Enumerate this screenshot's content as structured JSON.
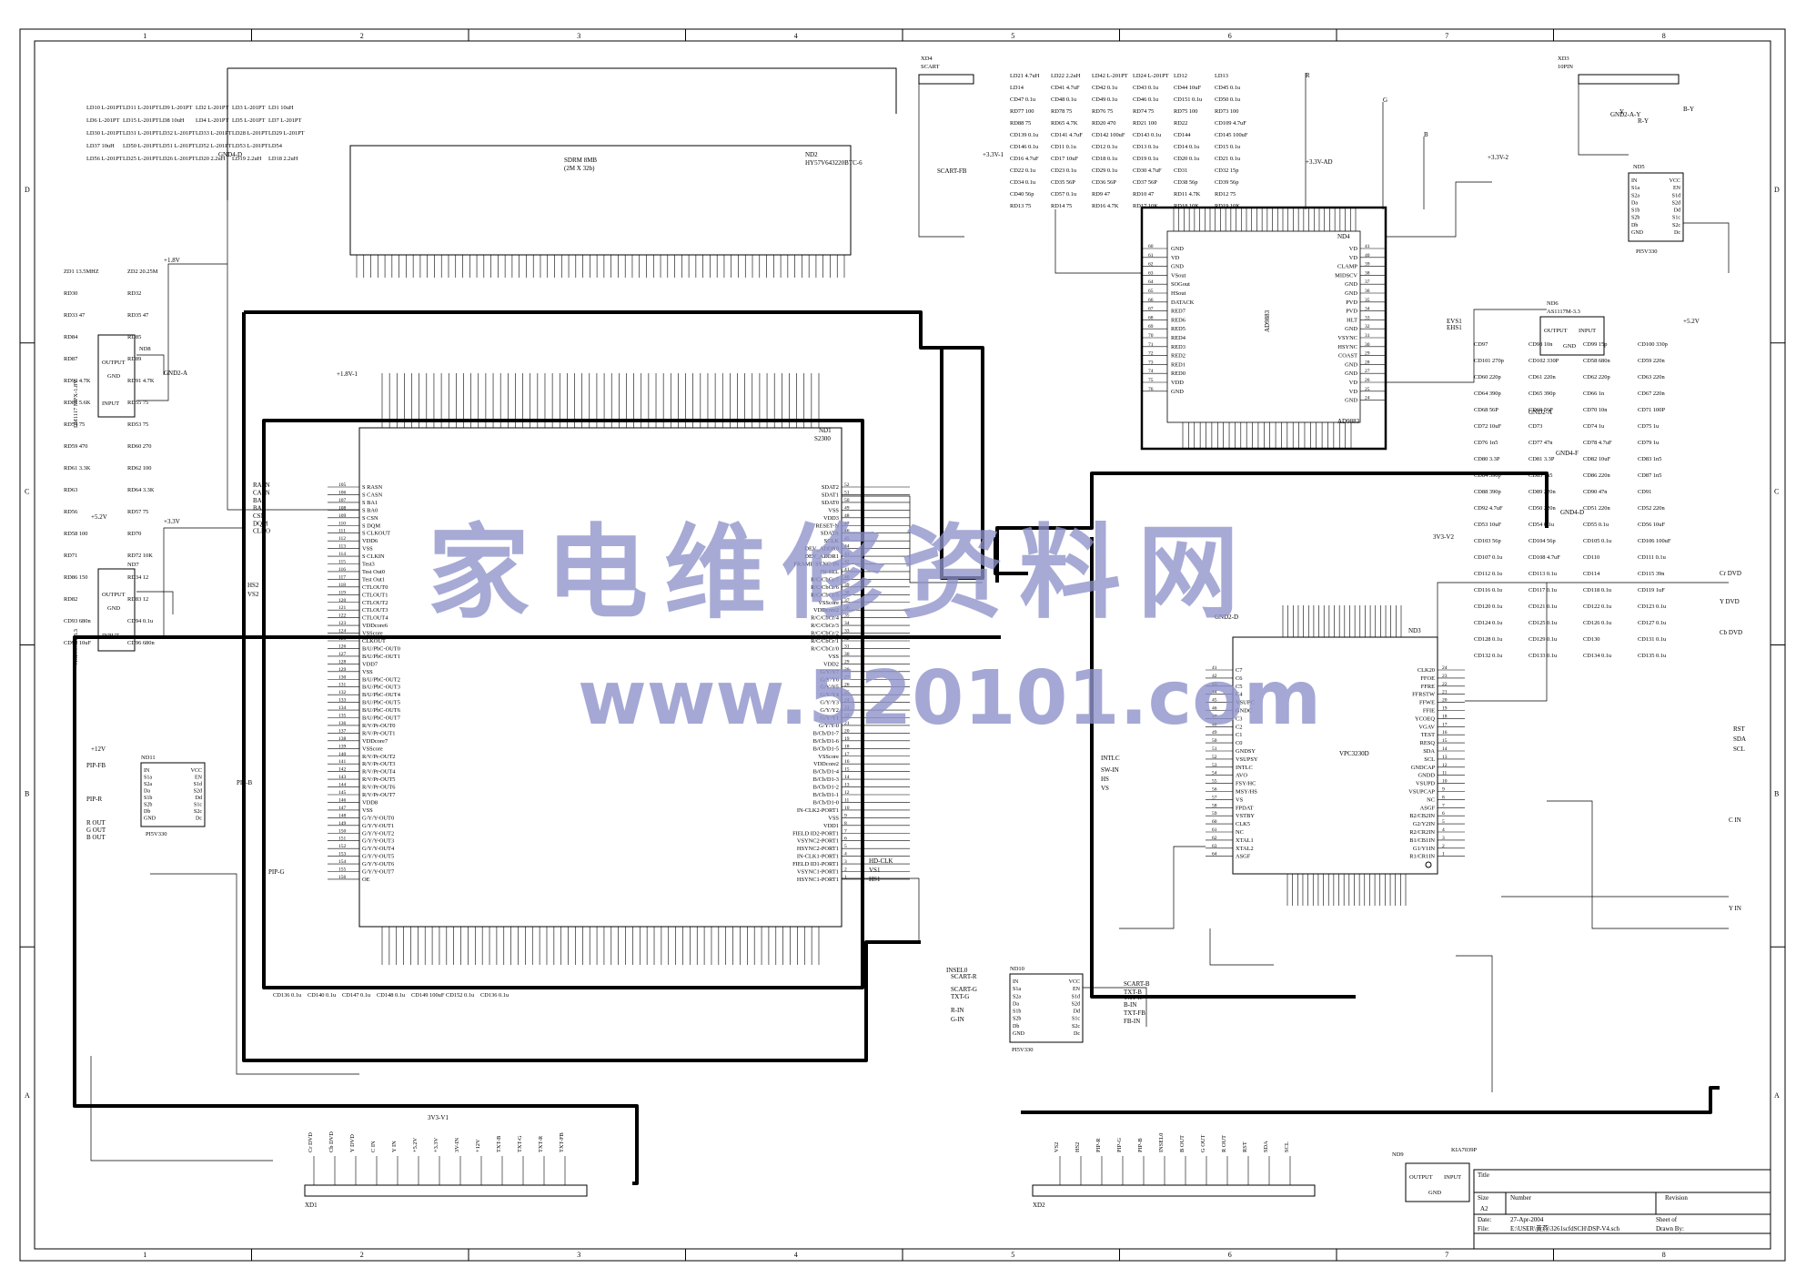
{
  "border": {
    "col_labels": [
      "1",
      "2",
      "3",
      "4",
      "5",
      "6",
      "7",
      "8"
    ],
    "row_labels": [
      "D",
      "C",
      "B",
      "A"
    ]
  },
  "watermark": {
    "chinese": "家电维修资料网",
    "url": "www.520101.com"
  },
  "title_block": {
    "title_label": "Title",
    "size_label": "Size",
    "size_value": "A2",
    "number_label": "Number",
    "revision_label": "Revision",
    "date_label": "Date:",
    "date_value": "27-Apr-2004",
    "sheet_label": "Sheet    of",
    "file_label": "File:",
    "file_value": "E:\\USER\\黄燕\\3261scfdSCH\\DSP-V4.sch",
    "drawn_label": "Drawn By:"
  },
  "chips": {
    "nd2": {
      "ref": "ND2",
      "part": "HY57V643220BTC-6",
      "desc": "SDRM 8MB",
      "org": "(2M X 32b)"
    },
    "nd1": {
      "ref": "ND1",
      "part": "S2300"
    },
    "nd4": {
      "ref": "ND4",
      "part": "AD9883"
    },
    "nd3": {
      "ref": "ND3",
      "part": "VPC3230D"
    },
    "nd5": {
      "ref": "ND5",
      "part": "PI5V330"
    },
    "nd6": {
      "ref": "ND6",
      "part": "AS1117M-3.3"
    },
    "nd8": {
      "ref": "ND8",
      "part": "LM1117 MPX-1.8V"
    },
    "nd7": {
      "ref": "ND7",
      "part": "AS2830AT-3.3"
    },
    "nd11": {
      "ref": "ND11",
      "part": "PI5V330"
    },
    "nd10": {
      "ref": "ND10",
      "part": "PI5V330"
    },
    "nd9": {
      "ref": "ND9",
      "part": "KIA7039P"
    }
  },
  "connectors": {
    "xd1": "XD1",
    "xd2": "XD2",
    "xd3": "XD3",
    "xd3_pins": "10PIN",
    "xd4": "XD4",
    "xd4_desc": "SCART"
  },
  "regulator_pins": {
    "output": "OUTPUT",
    "input": "INPUT",
    "gnd": "GND"
  },
  "nd1_left_pins": [
    "S RASN",
    "S CASN",
    "S BA1",
    "S BA0",
    "S CSN",
    "S DQM",
    "S CLKOUT",
    "VDD6",
    "VSS",
    "S CLKIN",
    "Test3",
    "Test Out0",
    "Test Out1",
    "CTLOUT0",
    "CTLOUT1",
    "CTLOUT2",
    "CTLOUT3",
    "CTLOUT4",
    "VDDcore6",
    "VSScore",
    "CLKOUT",
    "B/U/PbC-OUT0",
    "B/U/PbC-OUT1",
    "VDD7",
    "VSS",
    "B/U/PbC-OUT2",
    "B/U/PbC-OUT3",
    "B/U/PbC-OUT4",
    "B/U/PbC-OUT5",
    "B/U/PbC-OUT6",
    "B/U/PbC-OUT7",
    "R/V/Pr-OUT0",
    "R/V/Pr-OUT1",
    "VDDcore7",
    "VSScore",
    "R/V/Pr-OUT2",
    "R/V/Pr-OUT3",
    "R/V/Pr-OUT4",
    "R/V/Pr-OUT5",
    "R/V/Pr-OUT6",
    "R/V/Pr-OUT7",
    "VDD8",
    "VSS",
    "G/Y/Y-OUT0",
    "G/Y/Y-OUT1",
    "G/Y/Y-OUT2",
    "G/Y/Y-OUT3",
    "G/Y/Y-OUT4",
    "G/Y/Y-OUT5",
    "G/Y/Y-OUT6",
    "G/Y/Y-OUT7",
    "OE"
  ],
  "nd1_right_pins": [
    "SDAT2",
    "SDAT1",
    "SDAT0",
    "VSS",
    "VDD3",
    "RESET-N",
    "SDATA",
    "SCLK",
    "DEV_ADDR0",
    "DEV_ADDR1",
    "FRAME SYNC-IN",
    "IN-SEL",
    "R/C/CbCr/7",
    "R/C/CbCr/6",
    "R/C/CbCr/5",
    "VSScore",
    "VDDcore2",
    "R/C/CbCr/4",
    "R/C/CbCr/3",
    "R/C/CbCr/2",
    "R/C/CbCr/1",
    "R/C/CbCr/0",
    "VSS",
    "VDD2",
    "G/Y/Y7",
    "G/Y/Y6",
    "G/Y/Y5",
    "G/Y/Y4",
    "G/Y/Y3",
    "G/Y/Y2",
    "G/Y/Y1",
    "G/Y/Y-0",
    "B/Cb/D1-7",
    "B/Cb/D1-6",
    "B/Cb/D1-5",
    "VSScore",
    "VDDcore2",
    "B/Cb/D1-4",
    "B/Cb/D1-3",
    "B/Cb/D1-2",
    "B/Cb/D1-1",
    "B/Cb/D1-0",
    "IN-CLK2-PORT1",
    "VSS",
    "VDD1",
    "FIELD ID2-PORT1",
    "VSYNC2-PORT1",
    "HSYNC2-PORT1",
    "IN-CLK1-PORT1",
    "FIELD ID1-PORT1",
    "VSYNC1-PORT1",
    "HSYNC1-PORT1"
  ],
  "nd1_left_nets": [
    "RASN",
    "CASN",
    "BA1",
    "BA0",
    "CSN",
    "DQM",
    "CLKO"
  ],
  "nd4_left_pins": [
    "GND",
    "VD",
    "GND",
    "VSout",
    "SOGout",
    "HSout",
    "DATACK",
    "RED7",
    "RED6",
    "RED5",
    "RED4",
    "RED3",
    "RED2",
    "RED1",
    "RED0",
    "VDD",
    "GND"
  ],
  "nd4_right_pins": [
    "VD",
    "VD",
    "CLAMP",
    "MIDSCV",
    "GND",
    "GND",
    "PVD",
    "PVD",
    "HLT",
    "GND",
    "VSYNC",
    "HSYNC",
    "COAST",
    "GND",
    "GND",
    "VD",
    "VD",
    "GND"
  ],
  "nd3_left_pins": [
    "C7",
    "C6",
    "C5",
    "C4",
    "VSUPC",
    "GNDC",
    "C3",
    "C2",
    "C1",
    "C0",
    "GNDSY",
    "VSUPSY",
    "INTLC",
    "AVO",
    "FSY/HC",
    "MSY/HS",
    "VS",
    "FPDAT",
    "VSTBY",
    "CLK5",
    "NC",
    "XTAL1",
    "XTAL2",
    "ASGF"
  ],
  "nd3_right_pins": [
    "CLK20",
    "FFOE",
    "FFRE",
    "FFRSTW",
    "FFWE",
    "FFIE",
    "YCOEQ",
    "VGAV",
    "TEST",
    "RESQ",
    "SDA",
    "SCL",
    "GNDCAP",
    "GNDD",
    "VSUPD",
    "VSUPCAP",
    "NC",
    "ASGF",
    "B2/CB2IN",
    "G2/Y2IN",
    "R2/CR2IN",
    "B1/CB1IN",
    "G1/Y1IN",
    "R1/CR1IN"
  ],
  "pi5v330_pins": {
    "left": [
      "IN",
      "S1a",
      "S2a",
      "Da",
      "S1b",
      "S2b",
      "Db",
      "GND"
    ],
    "right": [
      "VCC",
      "EN",
      "S1d",
      "S2d",
      "Dd",
      "S1c",
      "S2c",
      "Dc"
    ]
  },
  "net_labels": {
    "power": [
      "+1.8V",
      "+1.8V-1",
      "+3.3V",
      "+3.3V-1",
      "+3.3V-2",
      "+5.2V",
      "+5.2V",
      "+12V",
      "3V3-V1",
      "3V3-V2",
      "+3.3V-AD"
    ],
    "gnd": [
      "GND4-D",
      "GND2-A",
      "GND2-D",
      "GND4-F",
      "GND2-A",
      "GND4-D"
    ],
    "outputs_right": [
      "Cr DVD",
      "Y DVD",
      "Cb DVD",
      "RST",
      "SDA",
      "SCL",
      "C IN",
      "Y IN"
    ],
    "left_io": [
      "PIP-FB",
      "PIP-R",
      "R OUT",
      "G OUT",
      "B OUT",
      "PIP-B",
      "PIP-G"
    ],
    "mid": [
      "HD-CLK",
      "VS1",
      "HS1",
      "INTLC",
      "SW-IN",
      "HS",
      "VS",
      "HS2",
      "VS2",
      "EVS1",
      "EHS1"
    ],
    "rgb_in": [
      "R",
      "G",
      "B",
      "Y",
      "R-Y",
      "B-Y",
      "GND2-A-Y"
    ],
    "scart": [
      "SCART-FB",
      "SCART-R",
      "SCART-G",
      "SCART-B",
      "TXT-B",
      "TXT-R",
      "TXT-G",
      "B-IN",
      "FB-IN",
      "TXT-FB",
      "INSEL0",
      "G-IN",
      "R-IN"
    ],
    "xd1_pins": [
      "Cr DVD",
      "Cb DVD",
      "Y DVD",
      "C IN",
      "Y IN",
      "+5.2V",
      "+3.3V",
      "3V-IN",
      "+12V",
      "TXT-B",
      "TXT-G",
      "TXT-R",
      "TXT-FB"
    ],
    "xd2_pins": [
      "VS2",
      "HS2",
      "PIP-R",
      "PIP-G",
      "PIP-B",
      "INSEL0",
      "B OUT",
      "G OUT",
      "R OUT",
      "RST",
      "SDA",
      "SCL"
    ]
  },
  "components": {
    "inductors": [
      "LD10 L-201PT",
      "LD11 L-201PT",
      "LD9 L-201PT",
      "LD2 L-201PT",
      "LD3 L-201PT",
      "LD1 10uH",
      "LD6 L-201PT",
      "LD15 L-201PT",
      "LD8 10uH",
      "LD4 L-201PT",
      "LD5 L-201PT",
      "LD7 L-201PT",
      "LD30 L-201PT",
      "LD31 L-201PT",
      "LD32 L-201PT",
      "LD33 L-201PT",
      "LD28 L-201PT",
      "LD29 L-201PT",
      "LD37 10uH",
      "LD50 L-201PT",
      "LD51 L-201PT",
      "LD52 L-201PT",
      "LD53 L-201PT",
      "LD54",
      "LD56 L-201PT",
      "LD25 L-201PT",
      "LD26 L-201PT",
      "LD20 2.2uH",
      "LD19 2.2uH",
      "LD18 2.2uH",
      "LD21 4.7uH",
      "LD22 2.2uH",
      "LD42 L-201PT",
      "LD24 L-201PT",
      "LD12",
      "LD13",
      "LD14"
    ],
    "caps_top": [
      "CD41 4.7uF",
      "CD42 0.1u",
      "CD43 0.1u",
      "CD44 10uF",
      "CD45 0.1u",
      "CD47 0.1u",
      "CD48 0.1u",
      "CD49 0.1u",
      "CD46 0.1u",
      "CD151 0.1u",
      "CD50 0.1u"
    ],
    "resistors_top": [
      "RD77 100",
      "RD78 75",
      "RD76 75",
      "RD74 75",
      "RD75 100",
      "RD73 100",
      "RD88 75",
      "RD65 4.7K",
      "RD20 470",
      "RD21 100",
      "RD22"
    ],
    "caps_misc": [
      "CD109 4.7uF",
      "CD139 0.1u",
      "CD141 4.7uF",
      "CD142 100uF",
      "CD143 0.1u",
      "CD144",
      "CD145 100uF",
      "CD146 0.1u",
      "CD11 0.1u",
      "CD12 0.1u",
      "CD13 0.1u",
      "CD14 0.1u",
      "CD15 0.1u",
      "CD16 4.7uF",
      "CD17 10uF",
      "CD18 0.1u",
      "CD19 0.1u",
      "CD20 0.1u",
      "CD21 0.1u",
      "CD22 0.1u",
      "CD23 0.1u",
      "CD29 0.1u",
      "CD30 4.7uF",
      "CD31",
      "CD32 15p",
      "CD34 0.1u",
      "CD35 56P",
      "CD36 56P",
      "CD37 56P",
      "CD38 56p",
      "CD39 56p",
      "CD40 56p",
      "CD57 0.1u"
    ],
    "misc": [
      "RD9 47",
      "RD10 47",
      "RD11 4.7K",
      "RD12 75",
      "RD13 75",
      "RD14 75",
      "RD16 4.7K",
      "RD17 10K",
      "RD18 10K",
      "RD19 10K",
      "ZD1 13.5MHZ",
      "ZD2 20.25M",
      "RD30",
      "RD32",
      "RD33 47",
      "RD35 47",
      "RD84",
      "RD85",
      "RD87",
      "RD89",
      "RD90 4.7K",
      "RD91 4.7K",
      "RD81 5.6K",
      "RD55 75",
      "RD54 75",
      "RD53 75",
      "RD59 470",
      "RD60 270",
      "RD61 3.3K",
      "RD62 100",
      "RD63",
      "RD64 3.3K",
      "RD56",
      "RD57 75",
      "RD58 100",
      "RD70",
      "RD71",
      "RD72 10K",
      "RD86 150",
      "RD34 12",
      "RD82",
      "RD83 12",
      "CD93 680n",
      "CD94 0.1u",
      "CD95 10uF",
      "CD96 680n",
      "CD97",
      "CD98 10n",
      "CD99 15p",
      "CD100 330p",
      "CD101 270p",
      "CD102 330P",
      "CD58 680n",
      "CD59 220n",
      "CD60 220p",
      "CD61 220n",
      "CD62 220p",
      "CD63 220n",
      "CD64 390p",
      "CD65 390p",
      "CD66 1n",
      "CD67 220n",
      "CD68 56P",
      "CD69 56P",
      "CD70 10n",
      "CD71 100P",
      "CD72 10uF",
      "CD73",
      "CD74 1u",
      "CD75 1u",
      "CD76 1n5",
      "CD77 47n",
      "CD78 4.7uF",
      "CD79 1u",
      "CD80 3.3P",
      "CD81 3.3P",
      "CD82 10uF",
      "CD83 1n5",
      "CD84 390p",
      "CD85 1n5",
      "CD86 220n",
      "CD87 1n5",
      "CD88 390p",
      "CD89 220n",
      "CD90 47n",
      "CD91",
      "CD92 4.7uF",
      "CD50 220n",
      "CD51 220n",
      "CD52 220n",
      "CD53 10uF",
      "CD54 0.1u",
      "CD55 0.1u",
      "CD56 10uF",
      "CD103 56p",
      "CD104 56p",
      "CD105 0.1u",
      "CD106 100uF",
      "CD107 0.1u",
      "CD108 4.7uF",
      "CD110",
      "CD111 0.1u",
      "CD112 0.1u",
      "CD113 0.1u",
      "CD114",
      "CD115 39n",
      "CD116 0.1u",
      "CD117 0.1u",
      "CD118 0.1u",
      "CD119 1uF",
      "CD120 0.1u",
      "CD121 0.1u",
      "CD122 0.1u",
      "CD123 0.1u",
      "CD124 0.1u",
      "CD125 0.1u",
      "CD126 0.1u",
      "CD127 0.1u",
      "CD128 0.1u",
      "CD129 0.1u",
      "CD130",
      "CD131 0.1u",
      "CD132 0.1u",
      "CD133 0.1u",
      "CD134 0.1u",
      "CD135 0.1u",
      "CD136 0.1u",
      "CD140 0.1u",
      "CD147 0.1u",
      "CD148 0.1u",
      "CD149 100uF",
      "CD152 0.1u",
      "CD136 0.1u"
    ]
  }
}
